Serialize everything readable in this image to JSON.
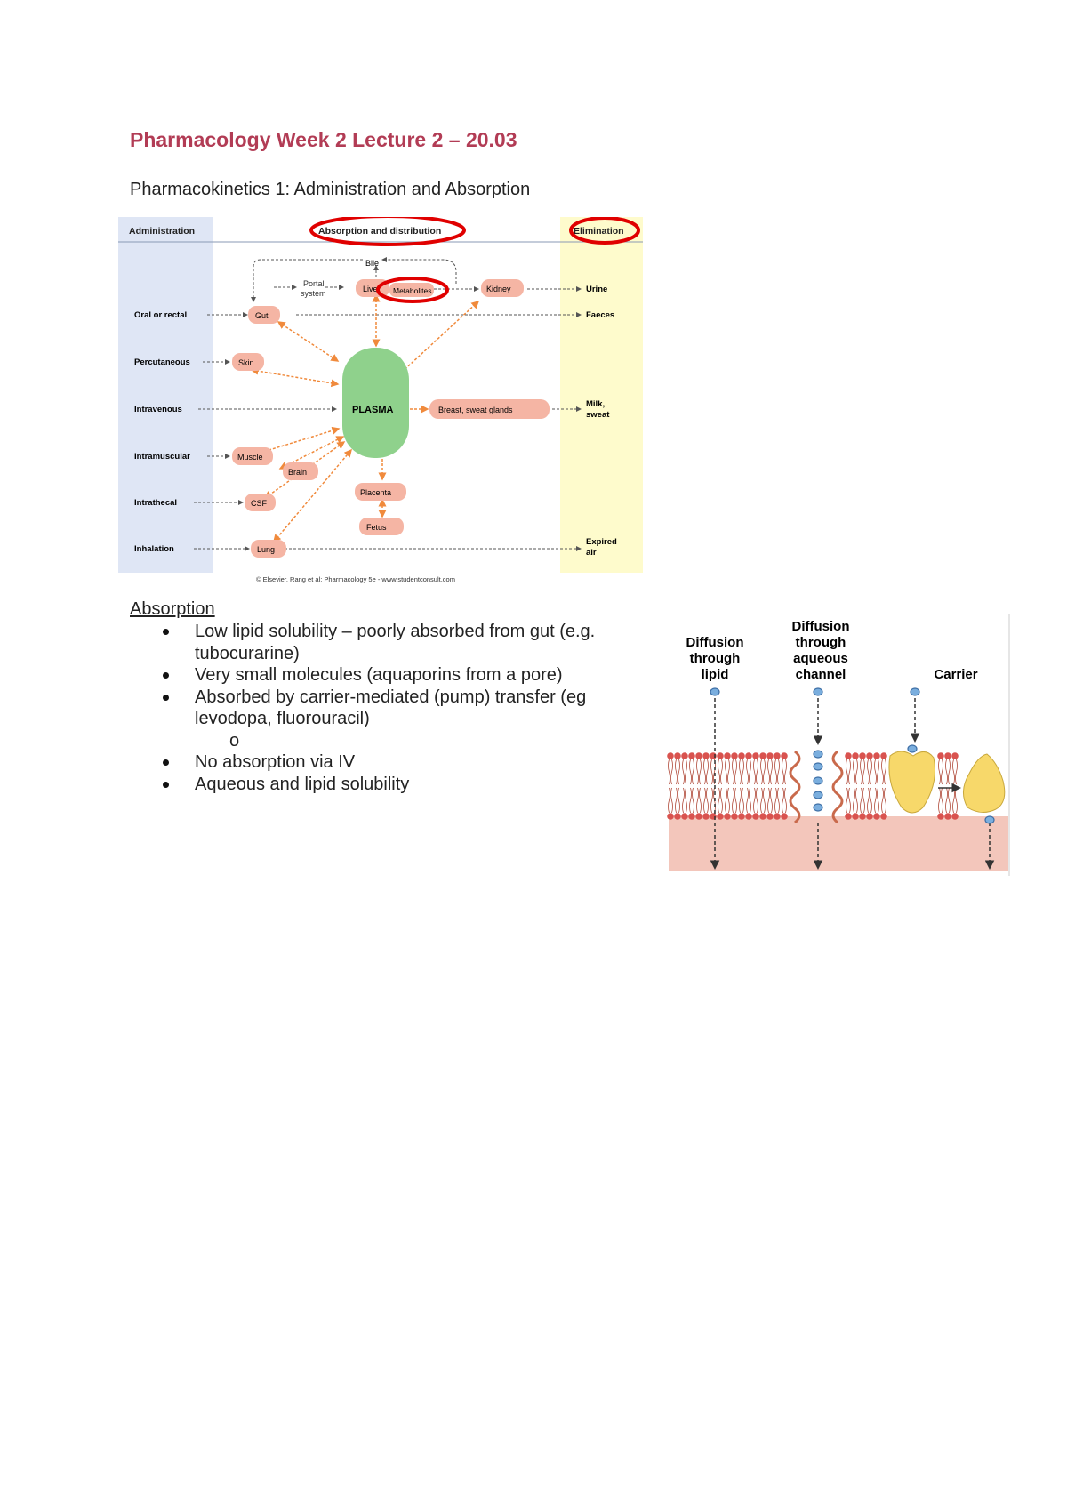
{
  "page": {
    "title": "Pharmacology Week 2 Lecture 2 – 20.03",
    "subtitle": "Pharmacokinetics 1: Administration and Absorption"
  },
  "diagram": {
    "headers": {
      "administration": "Administration",
      "absorption": "Absorption and distribution",
      "elimination": "Elimination"
    },
    "routes": [
      "Oral or rectal",
      "Percutaneous",
      "Intravenous",
      "Intramuscular",
      "Intrathecal",
      "Inhalation"
    ],
    "nodes": {
      "bile": "Bile",
      "portal_1": "Portal",
      "portal_2": "system",
      "liver": "Liver",
      "metabolites": "Metabolites",
      "kidney": "Kidney",
      "gut": "Gut",
      "skin": "Skin",
      "plasma": "PLASMA",
      "breast": "Breast, sweat glands",
      "muscle": "Muscle",
      "brain": "Brain",
      "csf": "CSF",
      "placenta": "Placenta",
      "fetus": "Fetus",
      "lung": "Lung"
    },
    "outputs": {
      "urine": "Urine",
      "faeces": "Faeces",
      "milk_1": "Milk,",
      "milk_2": "sweat",
      "expired_1": "Expired",
      "expired_2": "air"
    },
    "credit": "© Elsevier. Rang et al: Pharmacology 5e - www.studentconsult.com",
    "colors": {
      "admin_bg": "#dfe6f5",
      "elim_bg": "#fefbcc",
      "node": "#f5b5a4",
      "plasma": "#8fd18c",
      "arrow": "#f08a3c",
      "highlight": "#e00000"
    }
  },
  "absorption": {
    "heading": "Absorption",
    "bullets": [
      "Low lipid solubility – poorly absorbed from gut (e.g. tubocurarine)",
      "Very small molecules (aquaporins from a pore)",
      "Absorbed by carrier-mediated (pump) transfer (eg levodopa, fluorouracil)"
    ],
    "sub_bullet": "o",
    "bullets_after": [
      "No absorption via IV",
      "Aqueous and lipid solubility"
    ]
  },
  "membrane": {
    "labels": {
      "lipid_1": "Diffusion",
      "lipid_2": "through",
      "lipid_3": "lipid",
      "aqueous_1": "Diffusion",
      "aqueous_2": "through",
      "aqueous_3": "aqueous",
      "aqueous_4": "channel",
      "carrier": "Carrier"
    },
    "colors": {
      "head": "#d9534f",
      "inner": "#f3c6bb",
      "carrier": "#f7d86a",
      "molecule": "#7aaede"
    }
  }
}
